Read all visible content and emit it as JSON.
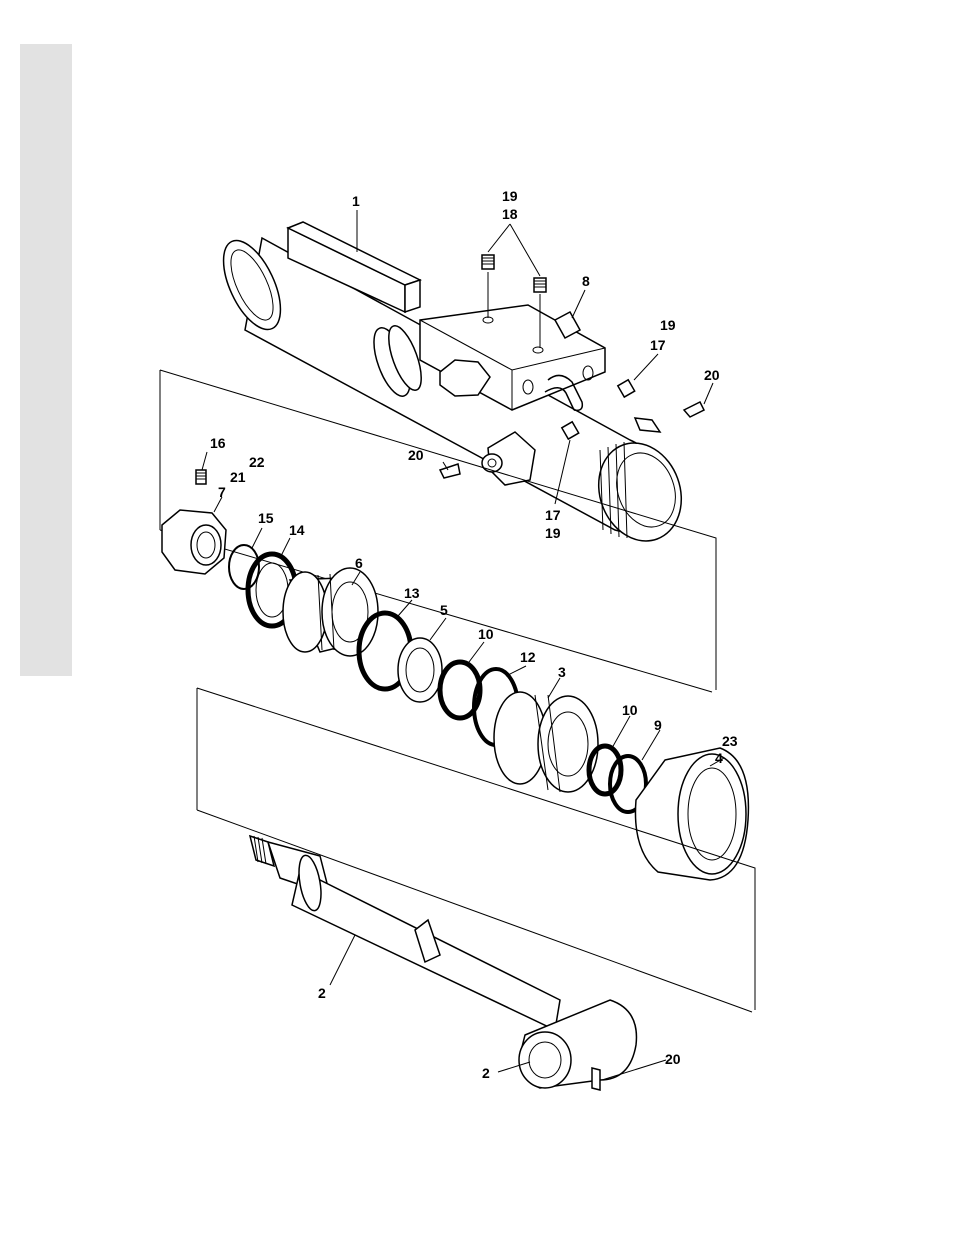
{
  "diagram": {
    "labels": [
      {
        "id": "l1",
        "text": "1"
      },
      {
        "id": "l19a",
        "text": "19"
      },
      {
        "id": "l18",
        "text": "18"
      },
      {
        "id": "l8",
        "text": "8"
      },
      {
        "id": "l19b",
        "text": "19"
      },
      {
        "id": "l17a",
        "text": "17"
      },
      {
        "id": "l20a",
        "text": "20"
      },
      {
        "id": "l20b",
        "text": "20"
      },
      {
        "id": "l17b",
        "text": "17"
      },
      {
        "id": "l19c",
        "text": "19"
      },
      {
        "id": "l16",
        "text": "16"
      },
      {
        "id": "l22",
        "text": "22"
      },
      {
        "id": "l21",
        "text": "21"
      },
      {
        "id": "l7",
        "text": "7"
      },
      {
        "id": "l15",
        "text": "15"
      },
      {
        "id": "l14",
        "text": "14"
      },
      {
        "id": "l6",
        "text": "6"
      },
      {
        "id": "l13",
        "text": "13"
      },
      {
        "id": "l5",
        "text": "5"
      },
      {
        "id": "l10a",
        "text": "10"
      },
      {
        "id": "l12",
        "text": "12"
      },
      {
        "id": "l3",
        "text": "3"
      },
      {
        "id": "l10b",
        "text": "10"
      },
      {
        "id": "l9",
        "text": "9"
      },
      {
        "id": "l23",
        "text": "23"
      },
      {
        "id": "l4",
        "text": "4"
      },
      {
        "id": "l2a",
        "text": "2"
      },
      {
        "id": "l2b",
        "text": "2"
      },
      {
        "id": "l20c",
        "text": "20"
      }
    ]
  }
}
